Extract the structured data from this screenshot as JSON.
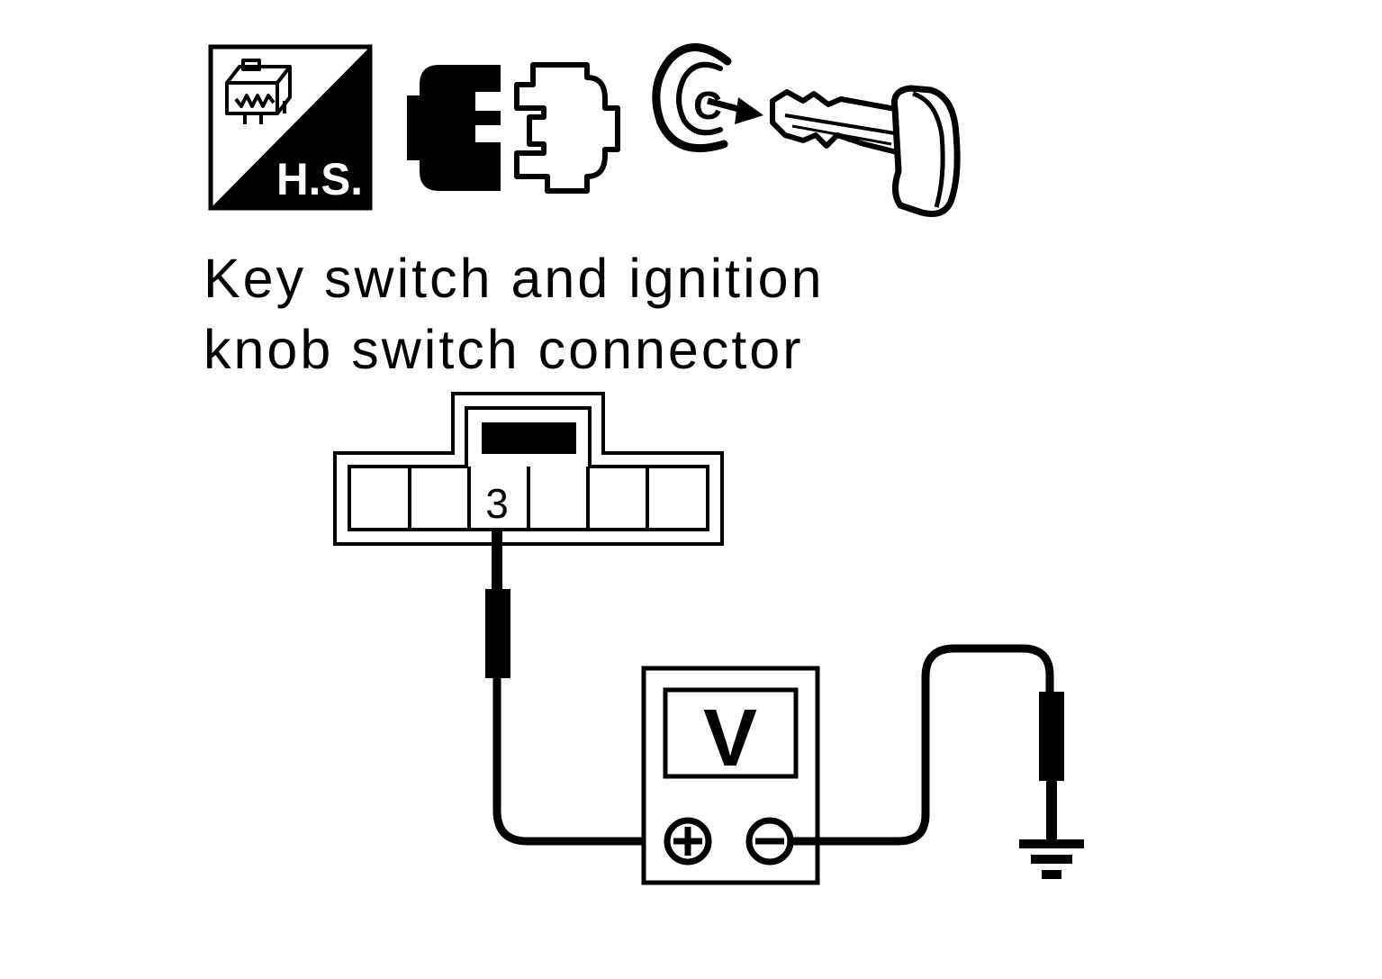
{
  "icons": {
    "harness_icon": {
      "name": "harness-connector-icon",
      "label": "H.S."
    },
    "connector_icon": {
      "name": "disconnect-connector-icon"
    },
    "key_icon": {
      "name": "ignition-key-remove-icon",
      "letter": "C"
    }
  },
  "caption": {
    "line1": "Key switch and ignition",
    "line2": "knob switch connector"
  },
  "connector": {
    "cavity_count": 6,
    "terminal_label": "3"
  },
  "voltmeter": {
    "display": "V",
    "positive_terminal": "positive-terminal-icon",
    "negative_terminal": "negative-terminal-icon"
  },
  "ground": {
    "name": "ground-symbol-icon"
  },
  "colors": {
    "ink": "#000000",
    "paper": "#ffffff"
  }
}
